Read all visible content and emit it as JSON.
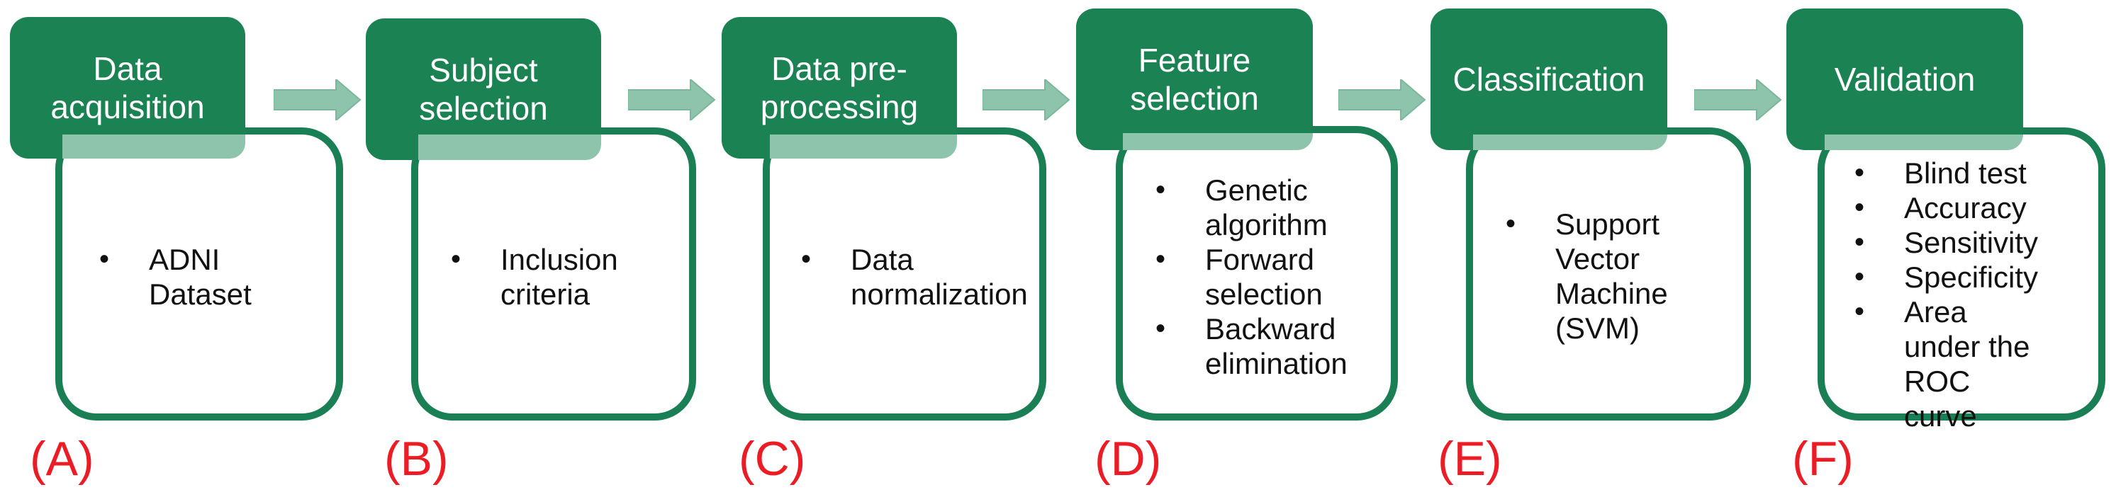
{
  "steps": [
    {
      "letter": "(A)",
      "title": "Data acquisition",
      "bullets": [
        "ADNI Dataset"
      ]
    },
    {
      "letter": "(B)",
      "title": "Subject selection",
      "bullets": [
        "Inclusion criteria"
      ]
    },
    {
      "letter": "(C)",
      "title": "Data pre-processing",
      "bullets": [
        "Data normalization"
      ]
    },
    {
      "letter": "(D)",
      "title": "Feature selection",
      "bullets": [
        "Genetic algorithm",
        "Forward selection",
        "Backward elimination"
      ]
    },
    {
      "letter": "(E)",
      "title": "Classification",
      "bullets": [
        "Support Vector Machine (SVM)"
      ]
    },
    {
      "letter": "(F)",
      "title": "Validation",
      "bullets": [
        "Blind test",
        "Accuracy",
        "Sensitivity",
        "Specificity",
        "Area under the ROC curve"
      ]
    }
  ],
  "colors": {
    "header": "#1a8253",
    "border": "#1a7f54",
    "arrow": "#8dc4ab",
    "label": "#ec1c24"
  }
}
